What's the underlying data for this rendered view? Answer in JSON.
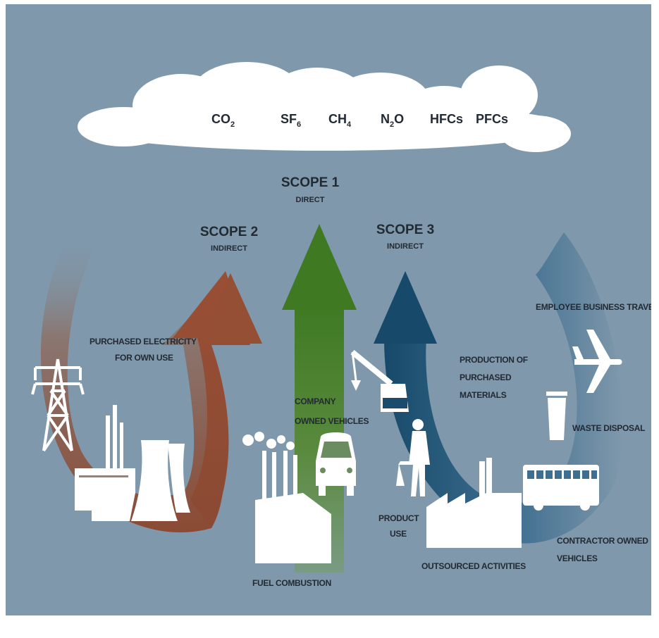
{
  "gases": [
    {
      "base": "CO",
      "sub": "2",
      "tail": ""
    },
    {
      "base": "SF",
      "sub": "6",
      "tail": ""
    },
    {
      "base": "CH",
      "sub": "4",
      "tail": ""
    },
    {
      "base": "N",
      "sub": "2",
      "tail": "O"
    },
    {
      "base": "HFCs",
      "sub": "",
      "tail": ""
    },
    {
      "base": "PFCs",
      "sub": "",
      "tail": ""
    }
  ],
  "scopes": {
    "scope1": {
      "title": "SCOPE 1",
      "subtitle": "DIRECT"
    },
    "scope2": {
      "title": "SCOPE 2",
      "subtitle": "INDIRECT"
    },
    "scope3": {
      "title": "SCOPE 3",
      "subtitle": "INDIRECT"
    }
  },
  "labels": {
    "purchased_electricity_1": "PURCHASED ELECTRICITY",
    "purchased_electricity_2": "FOR OWN USE",
    "company_vehicles_1": "COMPANY",
    "company_vehicles_2": "OWNED VEHICLES",
    "fuel_combustion": "FUEL COMBUSTION",
    "product_use_1": "PRODUCT",
    "product_use_2": "USE",
    "outsourced_activities": "OUTSOURCED ACTIVITIES",
    "production_1": "PRODUCTION OF",
    "production_2": "PURCHASED",
    "production_3": "MATERIALS",
    "employee_travel": "EMPLOYEE BUSINESS TRAVEL",
    "waste_disposal": "WASTE DISPOSAL",
    "contractor_vehicles_1": "CONTRACTOR OWNED",
    "contractor_vehicles_2": "VEHICLES"
  },
  "colors": {
    "background": "#7f98ab",
    "scope1": "#4d7f2c",
    "scope2": "#8b4a34",
    "scope3": "#1a4c6c",
    "icons": "#ffffff",
    "cloud": "#ffffff"
  }
}
